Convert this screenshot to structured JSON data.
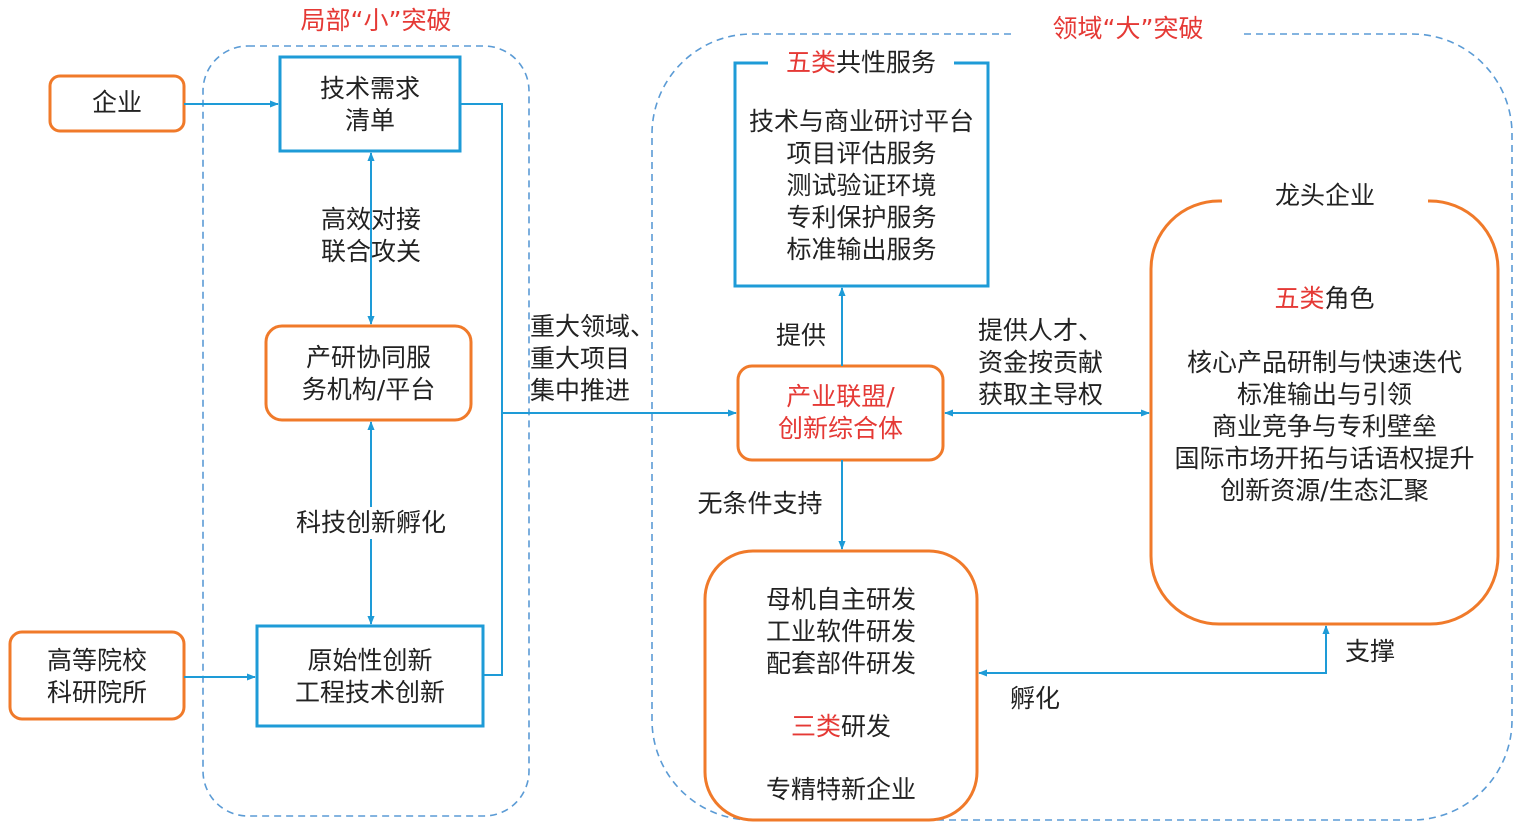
{
  "sections": {
    "local": "局部“小”突破",
    "domain": "领域“大”突破"
  },
  "inputs": {
    "enterprise": "企业",
    "universities": [
      "高等院校",
      "科研院所"
    ]
  },
  "boxes": {
    "tech_demand": [
      "技术需求",
      "清单"
    ],
    "collab_platform": [
      "产研协同服",
      "务机构/平台"
    ],
    "innovation": [
      "原始性创新",
      "工程技术创新"
    ],
    "alliance": [
      "产业联盟/",
      "创新综合体"
    ],
    "services_title_red": "五类",
    "services_title_rest": "共性服务",
    "services": [
      "技术与商业研讨平台",
      "项目评估服务",
      "测试验证环境",
      "专利保护服务",
      "标准输出服务"
    ],
    "leader_title": "龙头企业",
    "roles_title_red": "五类",
    "roles_title_rest": "角色",
    "roles": [
      "核心产品研制与快速迭代",
      "标准输出与引领",
      "商业竞争与专利壁垒",
      "国际市场开拓与话语权提升",
      "创新资源/生态汇聚"
    ],
    "rd": [
      "母机自主研发",
      "工业软件研发",
      "配套部件研发"
    ],
    "rd_title_red": "三类",
    "rd_title_rest": "研发",
    "sme": "专精特新企业"
  },
  "edges": {
    "matching": [
      "高效对接",
      "联合攻关"
    ],
    "incubation_sci": "科技创新孵化",
    "major": [
      "重大领域、",
      "重大项目",
      "集中推进"
    ],
    "provide": "提供",
    "talent": [
      "提供人才、",
      "资金按贡献",
      "获取主导权"
    ],
    "unconditional": "无条件支持",
    "support": "支撑",
    "incubate": "孵化"
  },
  "colors": {
    "blue": "#1e9bd7",
    "orange": "#f07a2a",
    "dashed": "#5b9bd5",
    "red_text": "#e53935"
  }
}
